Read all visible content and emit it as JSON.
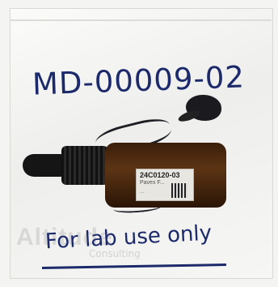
{
  "photo": {
    "handwritten_id": "MD-00009-02",
    "handwritten_note": "For lab use only",
    "watermark": "Altitude",
    "watermark_sub": "Consulting"
  },
  "bottle_label": {
    "code": "24C0120-03",
    "line2": "Pavex F...",
    "line3": "..."
  },
  "colors": {
    "ink": "#1c2a6b",
    "amber_glass": "#5c3414",
    "dropper": "#151515"
  }
}
